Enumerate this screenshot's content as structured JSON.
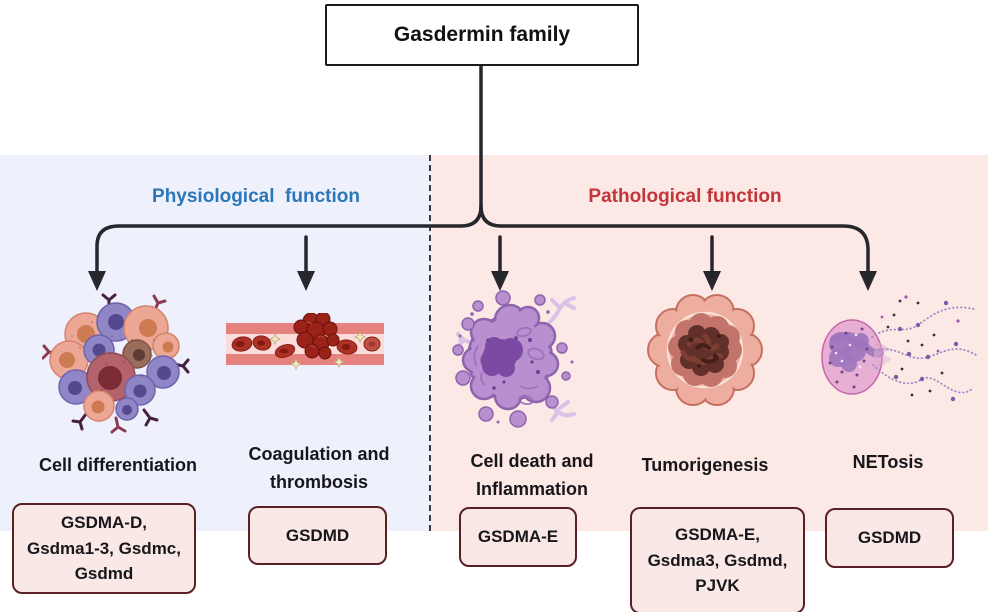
{
  "diagram_title": "Gasdermin family",
  "physiological": {
    "header": "Physiological  function",
    "header_color": "#2B77B8",
    "cell_differentiation": {
      "label": "Cell differentiation",
      "genes": "GSDMA-D,\nGsdma1-3, Gsdmc,\nGsdmd"
    },
    "coagulation": {
      "label": "Coagulation and\nthrombosis",
      "genes": "GSDMD"
    }
  },
  "pathological": {
    "header": "Pathological function",
    "header_color": "#C23639",
    "cell_death": {
      "label": "Cell death and\nInflammation",
      "genes": "GSDMA-E"
    },
    "tumorigenesis": {
      "label": "Tumorigenesis",
      "genes": "GSDMA-E,\nGsdma3, Gsdmd,\nPJVK"
    },
    "netosis": {
      "label": "NETosis",
      "genes": "GSDMD"
    }
  },
  "colors": {
    "physiological_panel_bg": "#EEF1FB",
    "pathological_panel_bg": "#FCE8E5",
    "gene_box_fill": "#F9E8E5",
    "gene_box_border": "#5A2025",
    "arrow": "#26262C"
  },
  "illustration_names": {
    "cell_differentiation": "cell-cluster-illustration",
    "coagulation": "blood-vessel-thrombus-illustration",
    "cell_death": "pyroptotic-cell-illustration",
    "tumorigenesis": "tumor-mass-illustration",
    "netosis": "neutrophil-net-illustration"
  }
}
